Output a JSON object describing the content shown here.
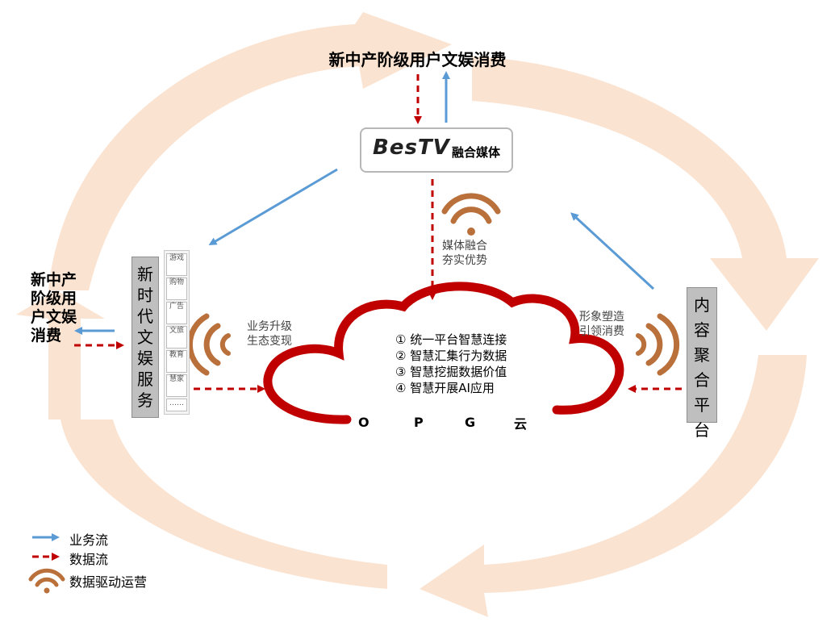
{
  "diagram": {
    "top_user": "新中产阶级用户文娱消费",
    "left_user": "新中产阶级用户文娱消费",
    "bestv": {
      "logo": "BesTV",
      "subtitle": "融合媒体"
    },
    "left_service": {
      "label": "新时代文娱服务",
      "items": [
        "游戏",
        "购物",
        "广告",
        "文旅",
        "教育",
        "慧家",
        "……"
      ]
    },
    "right_platform": {
      "label": "内容聚合平台"
    },
    "center_annotation": [
      "媒体融合",
      "夯实优势"
    ],
    "left_annotation": [
      "业务升级",
      "生态变现"
    ],
    "right_annotation": [
      "形象塑造",
      "引领消费"
    ],
    "cloud": {
      "items": [
        "① 统一平台智慧连接",
        "② 智慧汇集行为数据",
        "③ 智慧挖掘数据价值",
        "④ 智慧开展AI应用"
      ],
      "letters": [
        "O",
        "P",
        "G",
        "云"
      ]
    },
    "legend": {
      "business_flow": "业务流",
      "data_flow": "数据流",
      "data_ops": "数据驱动运营"
    },
    "colors": {
      "background_arc": "#fbe3d1",
      "business_arrow": "#5b9bd5",
      "data_arrow": "#c00000",
      "cloud": "#c00000",
      "wifi": "#b9703a",
      "box_gray": "#bfbfbf"
    }
  }
}
